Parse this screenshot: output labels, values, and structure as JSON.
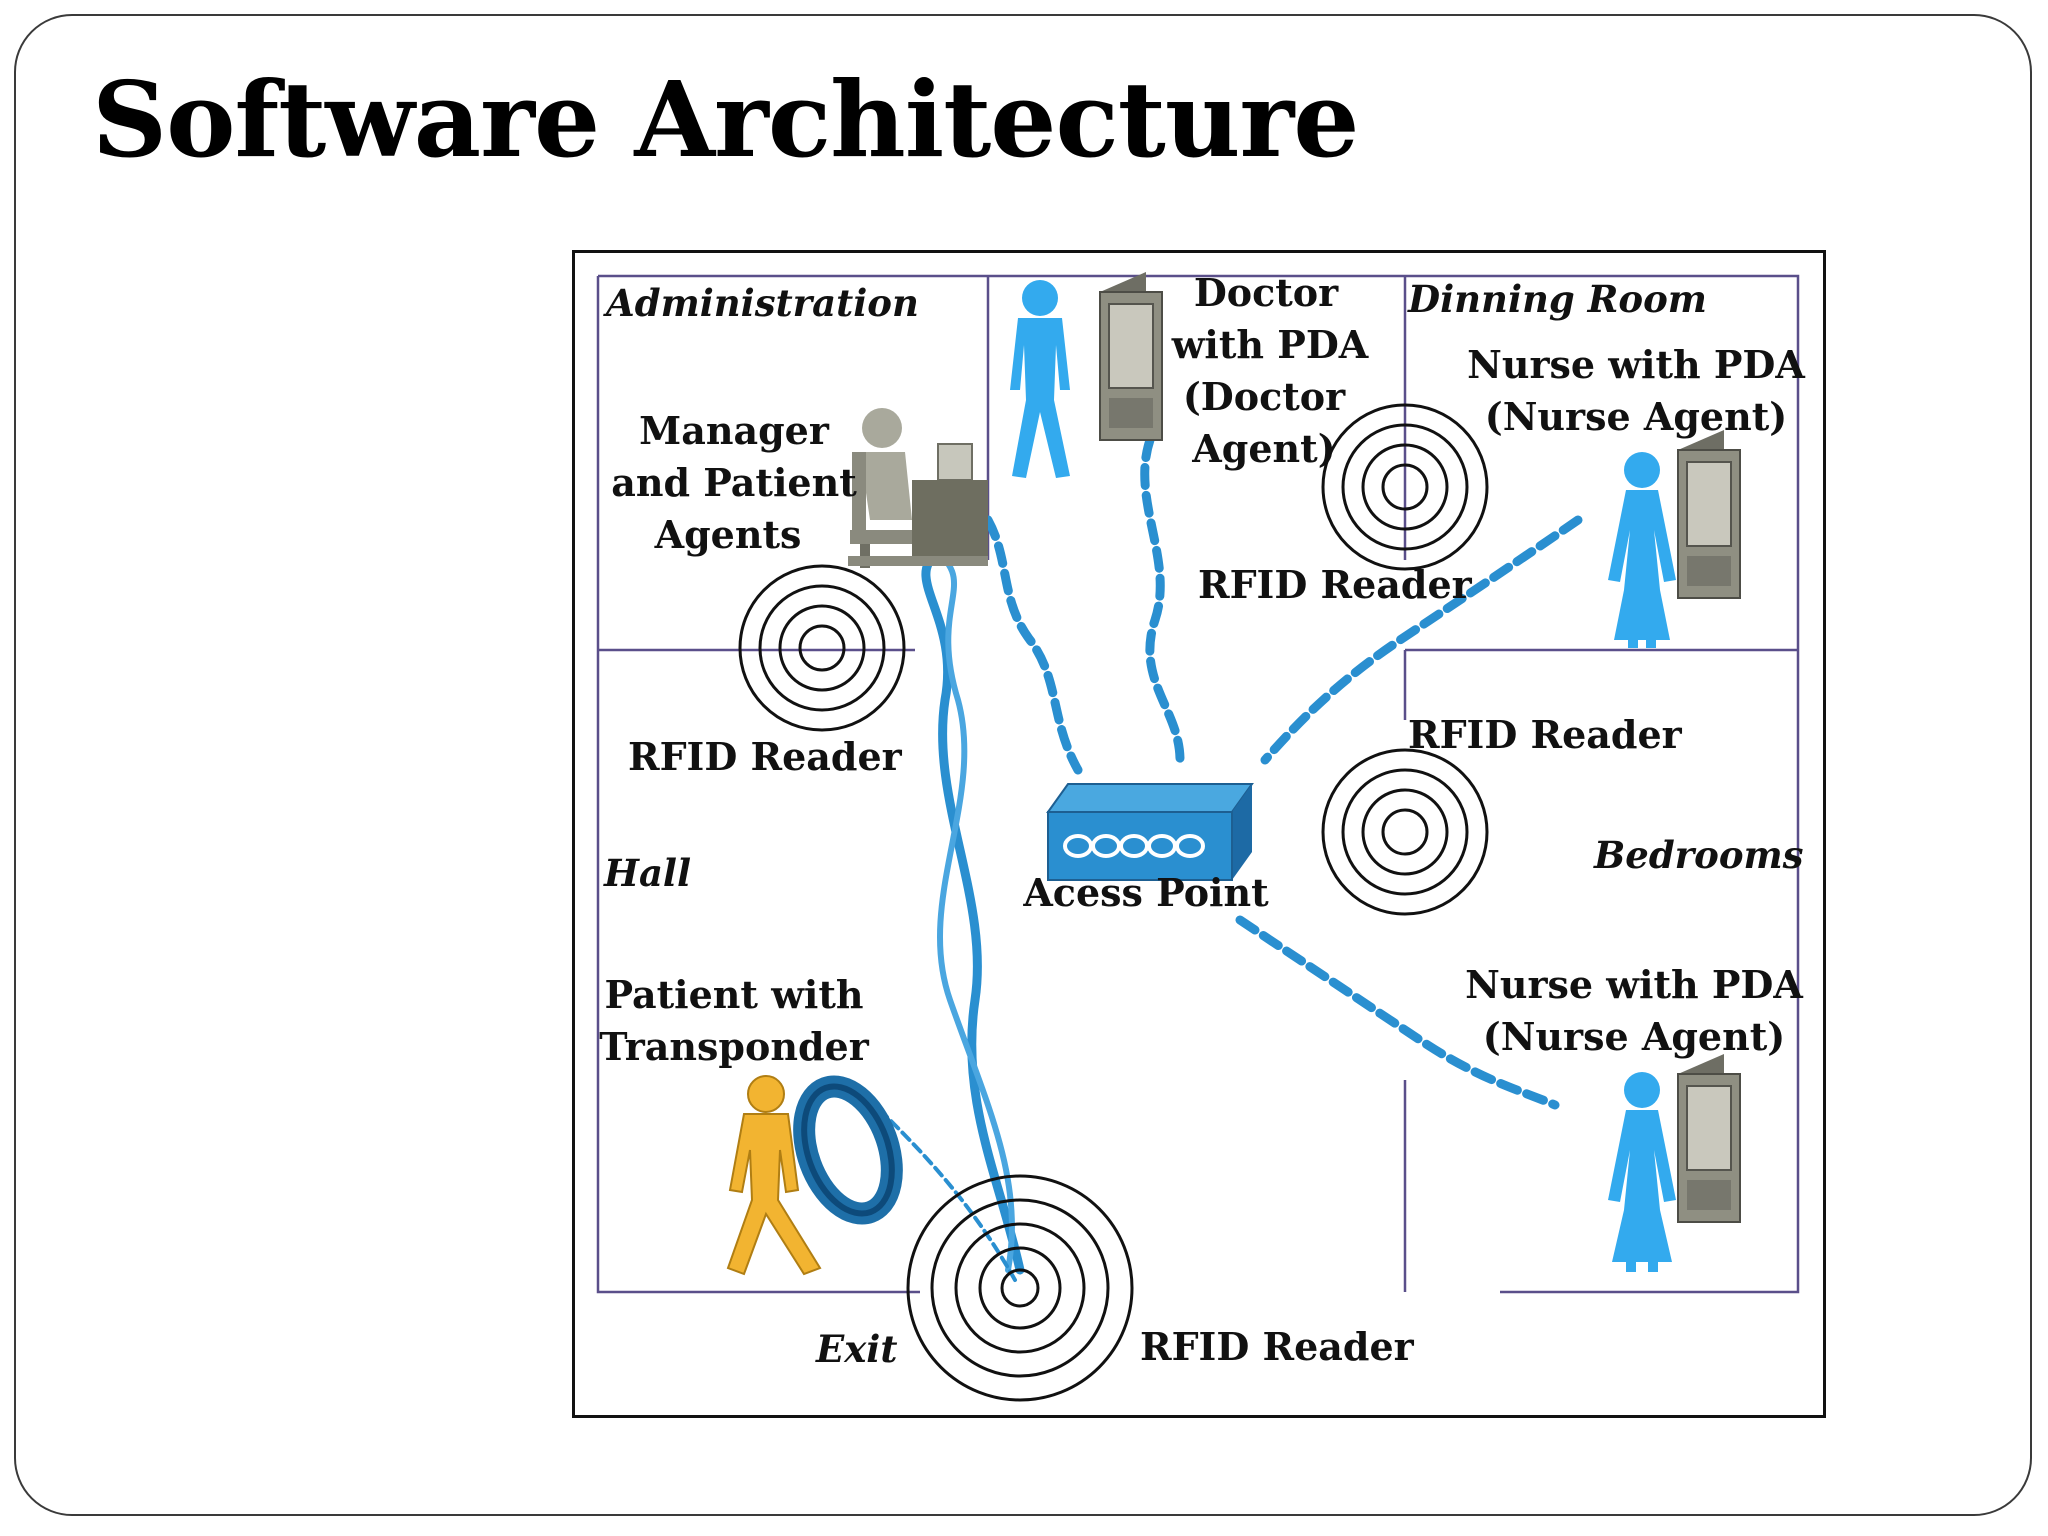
{
  "slide": {
    "title": "Software Architecture"
  },
  "diagram": {
    "rooms": {
      "administration": "Administration",
      "dinning_room": "Dinning Room",
      "hall": "Hall",
      "bedrooms": "Bedrooms",
      "exit": "Exit"
    },
    "labels": {
      "manager": [
        "Manager",
        "and Patient",
        "Agents"
      ],
      "doctor": [
        "Doctor",
        "with PDA",
        "(Doctor",
        "Agent)"
      ],
      "nurse_top": [
        "Nurse with PDA",
        "(Nurse Agent)"
      ],
      "nurse_bottom": [
        "Nurse with PDA",
        "(Nurse Agent)"
      ],
      "patient": [
        "Patient with",
        "Transponder"
      ],
      "access_point": "Acess Point",
      "rfid_admin": "RFID Reader",
      "rfid_doctor": "RFID Reader",
      "rfid_bedrooms": "RFID Reader",
      "rfid_exit": "RFID Reader"
    },
    "colors": {
      "wave": "#2a8fd0",
      "person_blue": "#33aaee",
      "person_patient": "#f2b431",
      "room_line": "#5a4f8a",
      "pda": "#8f8f82"
    }
  }
}
